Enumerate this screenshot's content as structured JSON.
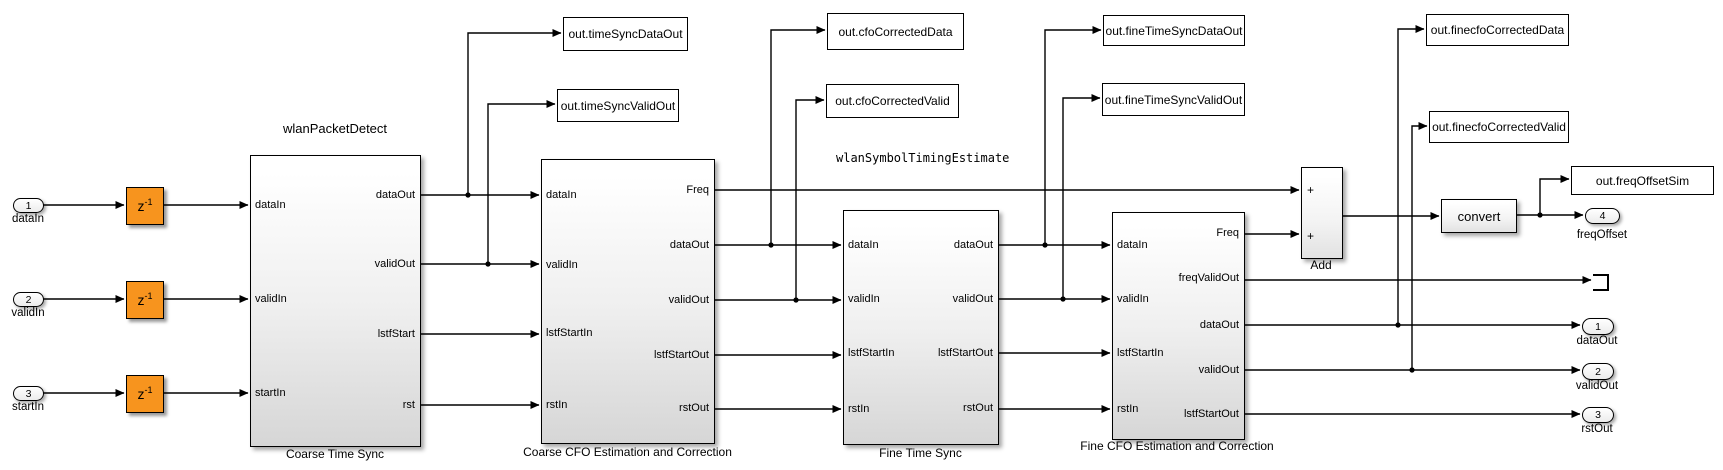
{
  "inports": [
    {
      "num": "1",
      "label": "dataIn"
    },
    {
      "num": "2",
      "label": "validIn"
    },
    {
      "num": "3",
      "label": "startIn"
    }
  ],
  "delay": {
    "base": "z",
    "exp": "-1"
  },
  "subsystems": [
    {
      "annotation": "wlanPacketDetect",
      "caption": "Coarse Time Sync",
      "inputs": [
        "dataIn",
        "validIn",
        "startIn"
      ],
      "outputs": [
        "dataOut",
        "validOut",
        "lstfStart",
        "rst"
      ]
    },
    {
      "caption": "Coarse CFO Estimation and Correction",
      "inputs": [
        "dataIn",
        "validIn",
        "lstfStartIn",
        "rstIn"
      ],
      "outputs": [
        "Freq",
        "dataOut",
        "validOut",
        "lstfStartOut",
        "rstOut"
      ]
    },
    {
      "annotation": "wlanSymbolTimingEstimate",
      "caption": "Fine Time Sync",
      "inputs": [
        "dataIn",
        "validIn",
        "lstfStartIn",
        "rstIn"
      ],
      "outputs": [
        "dataOut",
        "validOut",
        "lstfStartOut",
        "rstOut"
      ]
    },
    {
      "caption": "Fine CFO Estimation and Correction",
      "inputs": [
        "dataIn",
        "validIn",
        "lstfStartIn",
        "rstIn"
      ],
      "outputs": [
        "Freq",
        "freqValidOut",
        "dataOut",
        "validOut",
        "lstfStartOut"
      ]
    }
  ],
  "to_workspace": [
    "out.timeSyncDataOut",
    "out.timeSyncValidOut",
    "out.cfoCorrectedData",
    "out.cfoCorrectedValid",
    "out.fineTimeSyncDataOut",
    "out.fineTimeSyncValidOut",
    "out.finecfoCorrectedData",
    "out.finecfoCorrectedValid",
    "out.freqOffsetSim"
  ],
  "add": {
    "caption": "Add",
    "plus": "+"
  },
  "convert": {
    "label": "convert"
  },
  "outports": [
    {
      "num": "4",
      "label": "freqOffset"
    },
    {
      "num": "1",
      "label": "dataOut"
    },
    {
      "num": "2",
      "label": "validOut"
    },
    {
      "num": "3",
      "label": "rstOut"
    }
  ],
  "colors": {
    "delay_fill": "#F7941E",
    "wire": "#000000",
    "block_fill_top": "#ffffff",
    "block_fill_bottom": "#d6d6d6"
  }
}
